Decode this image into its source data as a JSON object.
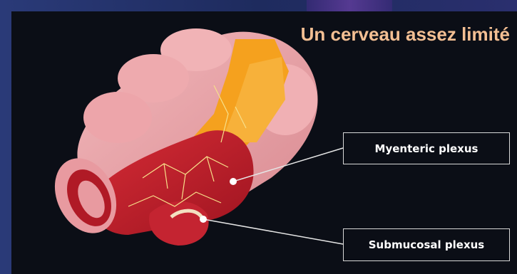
{
  "title": "Un cerveau assez limité",
  "labels": {
    "myenteric": "Myenteric plexus",
    "submucosal": "Submucosal plexus"
  },
  "icons": {
    "intestine": "intestine-cross-section-illustration"
  },
  "colors": {
    "panel_bg": "#0b0e16",
    "title": "#f3bf93",
    "label_border": "#d8d8d8",
    "tissue_pink": "#e9a3a8",
    "muscle_red": "#c0212e",
    "fat_orange": "#f39a1a"
  }
}
